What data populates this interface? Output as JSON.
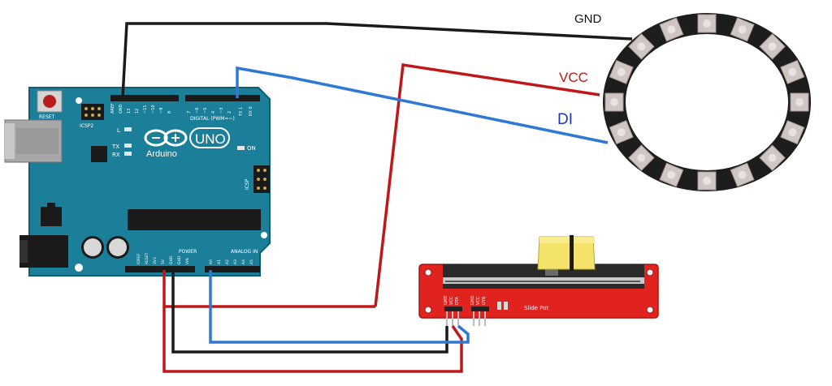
{
  "wire_labels": {
    "gnd": "GND",
    "vcc": "VCC",
    "di": "DI"
  },
  "arduino": {
    "reset_label": "RESET",
    "icsp2_label": "ICSP2",
    "icsp_label": "ICSP",
    "led_l": "L",
    "led_tx": "TX",
    "led_rx": "RX",
    "led_on": "ON",
    "brand": "Arduino",
    "model": "UNO",
    "digital_header": "DIGITAL (PWM=~)",
    "power_header": "POWER",
    "analog_header": "ANALOG IN",
    "top_pins": [
      "AREF",
      "GND",
      "13",
      "12",
      "~11",
      "~10",
      "~9",
      "8",
      "7",
      "~6",
      "~5",
      "4",
      "~3",
      "2",
      "TX 1",
      "RX 0"
    ],
    "power_pins": [
      "IOREF",
      "RESET",
      "3V3",
      "5V",
      "GND",
      "GND",
      "VIN"
    ],
    "analog_pins": [
      "A0",
      "A1",
      "A2",
      "A3",
      "A4",
      "A5"
    ]
  },
  "slide_pot": {
    "label": "Slide Pot",
    "left_pins": [
      "GND",
      "VCC",
      "OTA"
    ],
    "right_pins": [
      "GND",
      "VCC",
      "OTB"
    ]
  },
  "colors": {
    "board": "#1b7f9a",
    "board_edge": "#0e5f75",
    "wire_gnd": "#1a1a1a",
    "wire_vcc": "#c01818",
    "wire_signal": "#2f78d4",
    "pot_board": "#e0231e",
    "label_vcc": "#c01818",
    "label_di": "#1c36b4",
    "label_gnd": "#111111",
    "ring": "#1d1d1d",
    "led": "#cfc6c4"
  },
  "icons": {
    "usb_port": "usb-b-connector-icon",
    "dc_jack": "dc-barrel-jack-icon",
    "reset_button": "reset-button-icon",
    "logo": "arduino-infinity-logo-icon"
  }
}
